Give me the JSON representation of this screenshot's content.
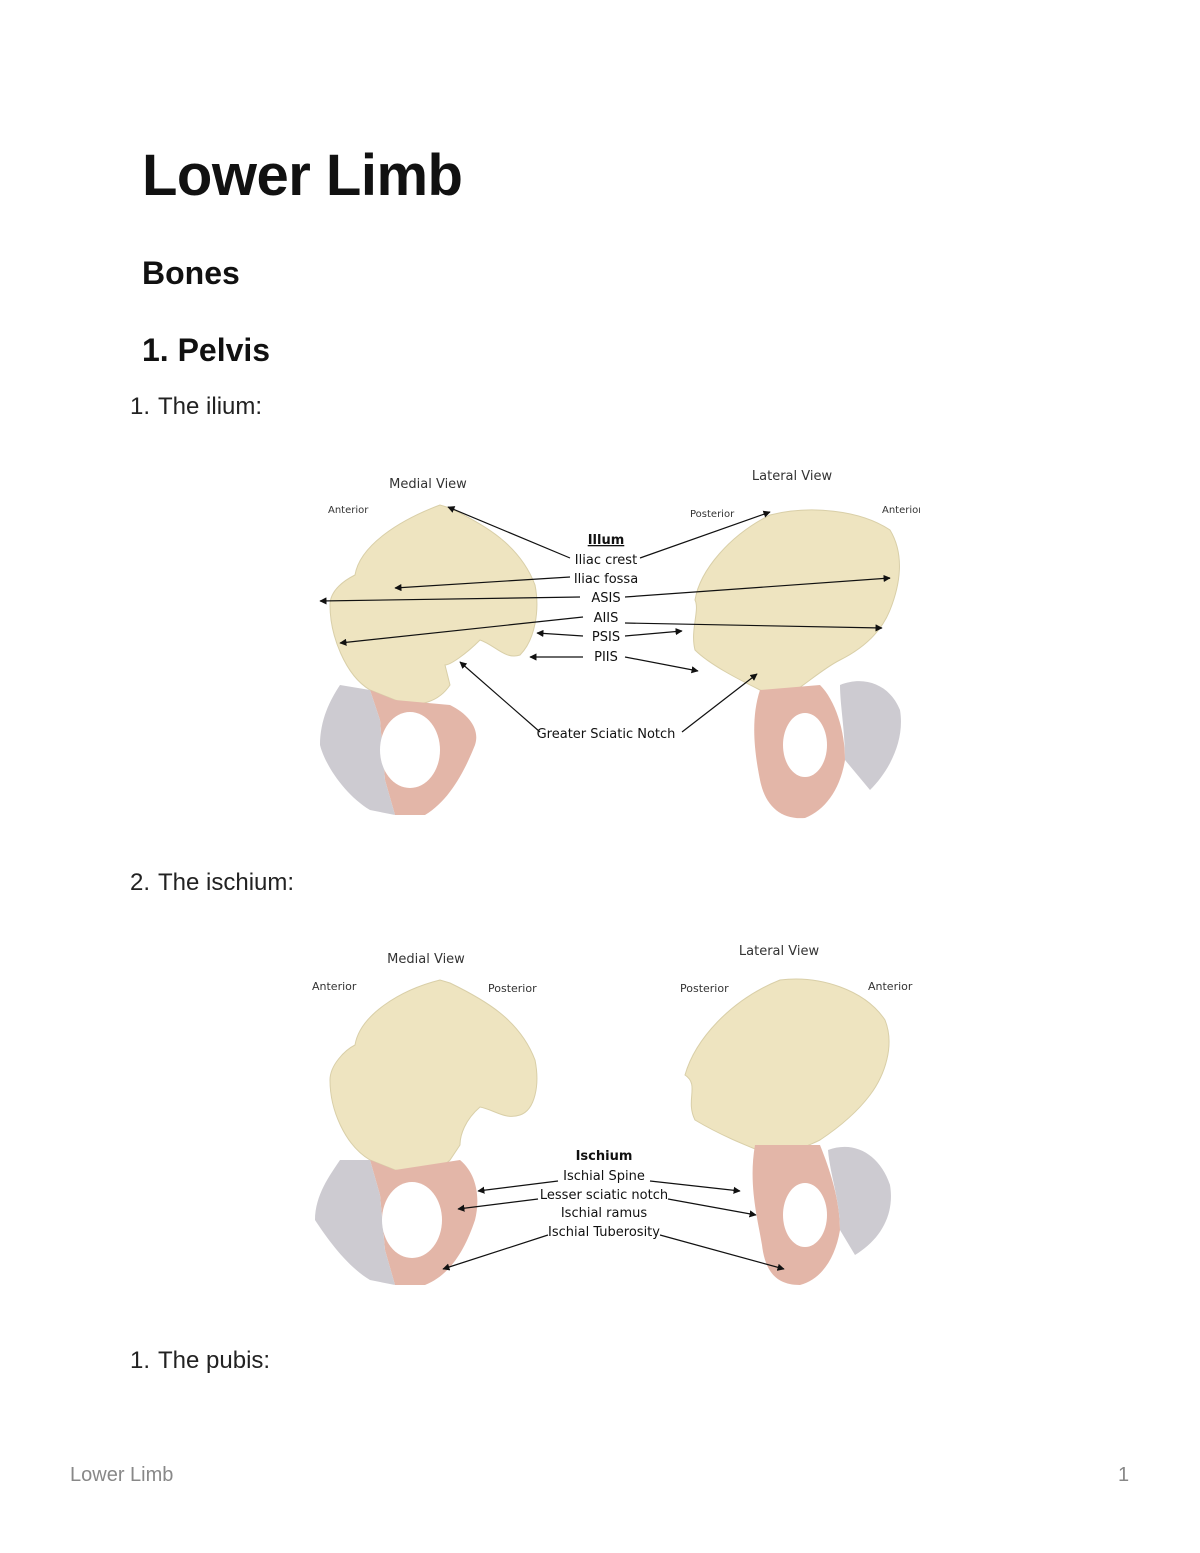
{
  "doc": {
    "title": "Lower Limb",
    "section": "Bones",
    "subsection": "1. Pelvis"
  },
  "list": [
    {
      "num": "1.",
      "text": "The ilium:"
    },
    {
      "num": "2.",
      "text": "The ischium:"
    },
    {
      "num": "1.",
      "text": "The pubis:"
    }
  ],
  "figure_ilium": {
    "medial_view": "Medial View",
    "lateral_view": "Lateral View",
    "anterior_left": "Anterior",
    "posterior_right": "Posterior",
    "anterior_right": "Anterior",
    "heading": "Illum",
    "labels": [
      "Iliac crest",
      "Iliac fossa",
      "ASIS",
      "AIIS",
      "PSIS",
      "PIIS"
    ],
    "notch": "Greater Sciatic Notch"
  },
  "figure_ischium": {
    "medial_view": "Medial View",
    "lateral_view": "Lateral View",
    "anterior_left": "Anterior",
    "posterior_left": "Posterior",
    "posterior_right": "Posterior",
    "anterior_right": "Anterior",
    "heading": "Ischium",
    "labels": [
      "Ischial Spine",
      "Lesser sciatic notch",
      "Ischial ramus",
      "Ischial Tuberosity"
    ]
  },
  "colors": {
    "ilium": "#eee4c0",
    "ischium": "#e3b6a8",
    "pubis": "#cdcbd1",
    "text": "#111111",
    "footer": "#888888"
  },
  "footer": {
    "title": "Lower Limb",
    "page": "1"
  }
}
